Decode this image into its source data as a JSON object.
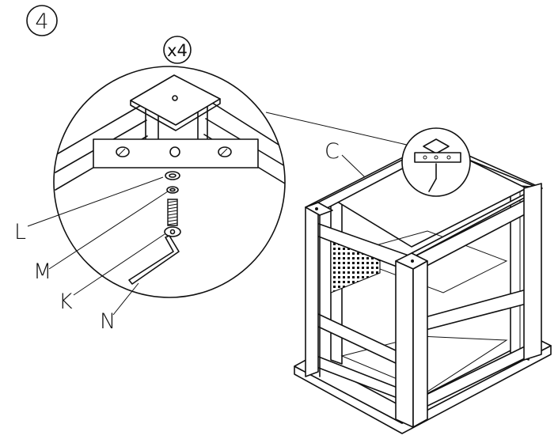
{
  "diagram": {
    "step_number": "4",
    "quantity": "x4",
    "labels": {
      "c": "C",
      "l": "L",
      "m": "M",
      "k": "K",
      "n": "N"
    }
  }
}
